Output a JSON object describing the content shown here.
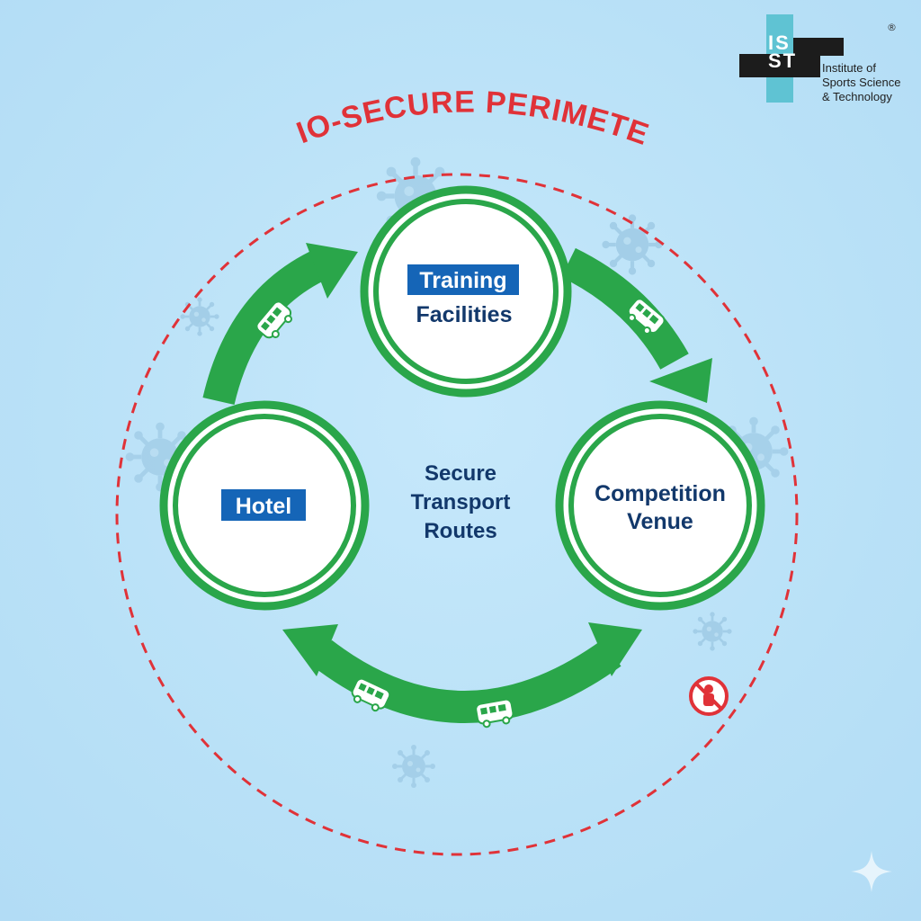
{
  "perimeter": {
    "title": "BIO-SECURE PERIMETER",
    "color": "#e03238"
  },
  "nodes": {
    "training": {
      "line1": "Training",
      "line2": "Facilities"
    },
    "hotel": {
      "label": "Hotel"
    },
    "venue": {
      "line1": "Competition",
      "line2": "Venue"
    }
  },
  "center": {
    "line1": "Secure",
    "line2": "Transport",
    "line3": "Routes"
  },
  "logo": {
    "letters_top": "IS",
    "letters_bottom": "ST",
    "name_line1": "Institute of",
    "name_line2": "Sports Science",
    "name_line3": "& Technology",
    "registered": "®"
  },
  "colors": {
    "green": "#2aa64a",
    "label_blue": "#1565b7",
    "text_navy": "#12386b",
    "background": "#bfe4f8"
  },
  "icons": {
    "vehicle": "bus-icon",
    "virus": "virus-icon",
    "restricted": "no-entry-person-icon"
  }
}
